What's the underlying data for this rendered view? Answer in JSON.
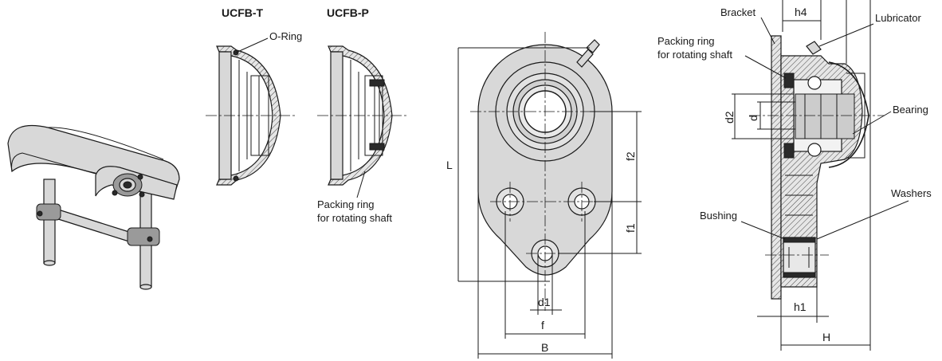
{
  "titles": {
    "ucfb_t": "UCFB-T",
    "ucfb_p": "UCFB-P"
  },
  "labels": {
    "o_ring": "O-Ring",
    "packing_ring_p_line1": "Packing ring",
    "packing_ring_p_line2": "for rotating shaft",
    "bracket": "Bracket",
    "lubricator": "Lubricator",
    "packing_ring_s_line1": "Packing ring",
    "packing_ring_s_line2": "for rotating shaft",
    "bearing": "Bearing",
    "washers": "Washers",
    "bushing": "Bushing"
  },
  "dimensions": {
    "L": "L",
    "f2": "f2",
    "f1": "f1",
    "d1": "d1",
    "f": "f",
    "B": "B",
    "h4": "h4",
    "d2": "d2",
    "d": "d",
    "h1": "h1",
    "H": "H"
  }
}
